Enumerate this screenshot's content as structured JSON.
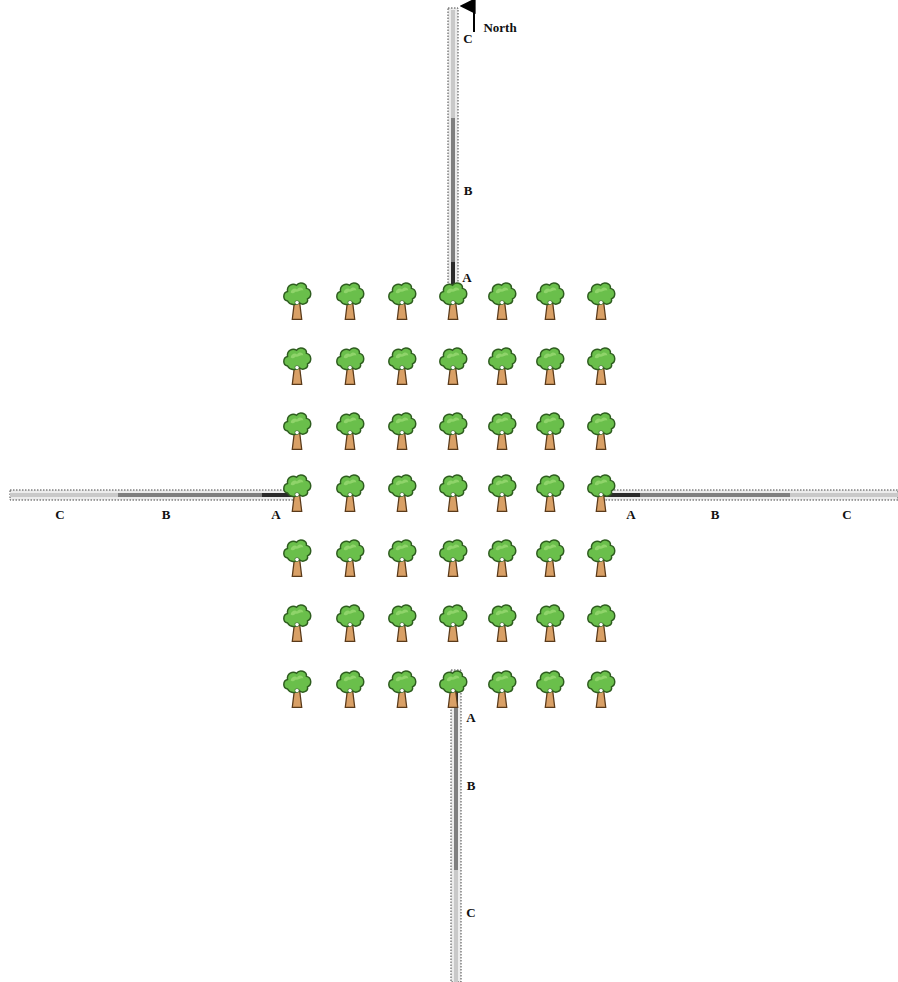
{
  "diagram": {
    "labels": [
      "North",
      "C",
      "B",
      "A",
      "C",
      "B",
      "A",
      "A",
      "B",
      "C",
      "A",
      "B",
      "C"
    ]
  }
}
